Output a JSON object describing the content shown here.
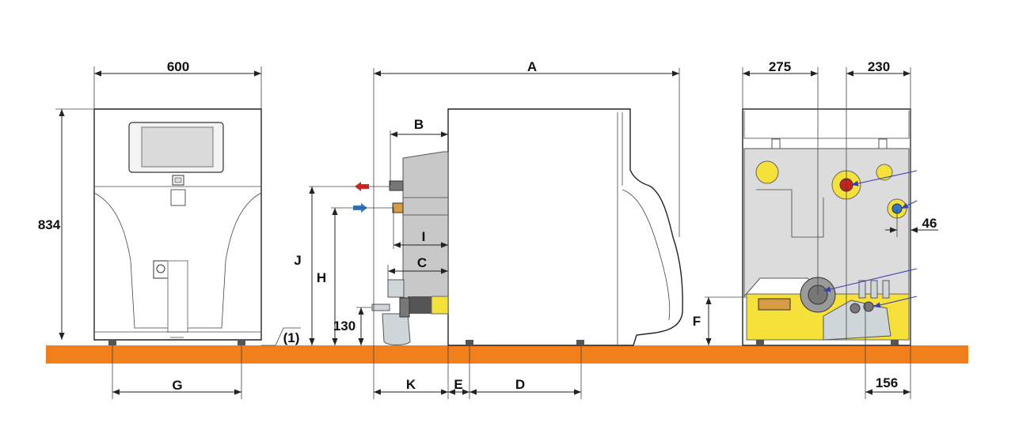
{
  "colors": {
    "floor": "#f07f1c",
    "hot_arrow": "#e0231b",
    "cold_arrow": "#2f77c9",
    "callout": "#3b3fb5",
    "accent_yellow": "#f5e13a"
  },
  "dimensions": {
    "width": "600",
    "height": "834",
    "A": "A",
    "B": "B",
    "C": "C",
    "D": "D",
    "E": "E",
    "F": "F",
    "G": "G",
    "H": "H",
    "I": "I",
    "J": "J",
    "K": "K",
    "drain_height": "130",
    "note": "(1)",
    "rear_left": "275",
    "rear_right": "230",
    "rear_offset": "46",
    "rear_bottom": "156"
  }
}
